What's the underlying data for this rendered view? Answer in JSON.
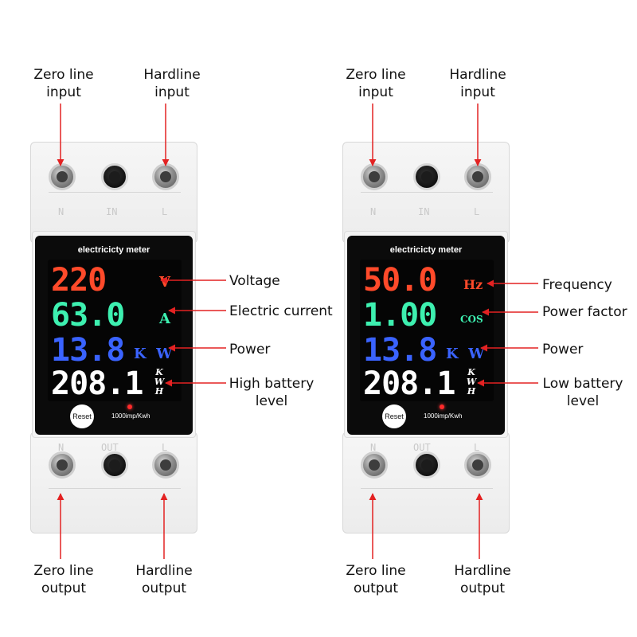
{
  "left": {
    "top_labels": [
      [
        "Zero line",
        "input"
      ],
      [
        "Hardline",
        "input"
      ]
    ],
    "bottom_labels": [
      [
        "Zero line",
        "output"
      ],
      [
        "Hardline",
        "output"
      ]
    ],
    "side_labels": [
      [
        "Voltage"
      ],
      [
        "Electric current"
      ],
      [
        "Power"
      ],
      [
        "High battery",
        "level"
      ]
    ],
    "meter": {
      "title": "electricicty meter",
      "top_marks": [
        "N",
        "IN",
        "L"
      ],
      "bottom_marks": [
        "N",
        "OUT",
        "L"
      ],
      "rows": [
        {
          "value": "220",
          "unit": "V",
          "color": "#ff4a2a"
        },
        {
          "value": "63.0",
          "unit": "A",
          "color": "#3df0b0"
        },
        {
          "value": "13.8",
          "unit": "K  W",
          "color": "#3a63ff"
        },
        {
          "value": "208.1",
          "unit": "KWH",
          "color": "#ffffff"
        }
      ],
      "reset_label": "Reset",
      "imp_label": "1000imp/Kwh"
    }
  },
  "right": {
    "top_labels": [
      [
        "Zero line",
        "input"
      ],
      [
        "Hardline",
        "input"
      ]
    ],
    "bottom_labels": [
      [
        "Zero line",
        "output"
      ],
      [
        "Hardline",
        "output"
      ]
    ],
    "side_labels": [
      [
        "Frequency"
      ],
      [
        "Power factor"
      ],
      [
        "Power"
      ],
      [
        "Low battery",
        "level"
      ]
    ],
    "meter": {
      "title": "electricicty meter",
      "top_marks": [
        "N",
        "IN",
        "L"
      ],
      "bottom_marks": [
        "N",
        "OUT",
        "L"
      ],
      "rows": [
        {
          "value": "50.0",
          "unit": "Hz",
          "color": "#ff4a2a"
        },
        {
          "value": "1.00",
          "unit": "COS",
          "color": "#3df0b0"
        },
        {
          "value": "13.8",
          "unit": "K  W",
          "color": "#3a63ff"
        },
        {
          "value": "208.1",
          "unit": "KWH",
          "color": "#ffffff"
        }
      ],
      "reset_label": "Reset",
      "imp_label": "1000imp/Kwh"
    }
  },
  "colors": {
    "arrow": "#e32222",
    "background": "#ffffff"
  }
}
